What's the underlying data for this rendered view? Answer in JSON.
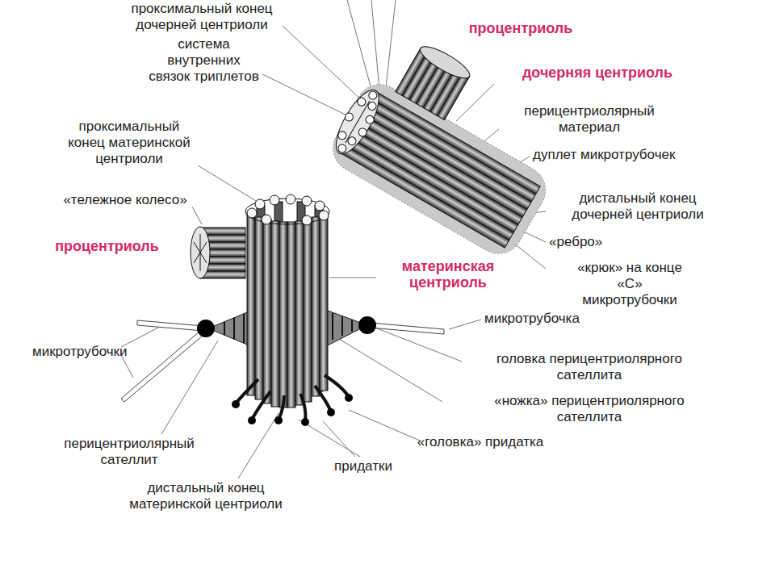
{
  "diagram": {
    "labels": [
      "проксимальный конец дочерней центриоли",
      "система внутренних связок триплетов",
      "проксимальный конец материнской центриоли",
      "«тележное колесо»",
      "процентриоль",
      "процентриоль",
      "дочерняя центриоль",
      "перицентриолярный материал",
      "дуплет микротрубочек",
      "дистальный конец дочерней центриоли",
      "«ребро»",
      "«крюк» на конце «С» микротрубочки",
      "материнская центриоль",
      "микротрубочка",
      "головка перицентриолярного сателлита",
      "«ножка» перицентриолярного сателлита",
      "«головка» придатка",
      "придатки",
      "микротрубочки",
      "перицентриолярный сателлит",
      "дистальный конец материнской центриоли"
    ]
  }
}
